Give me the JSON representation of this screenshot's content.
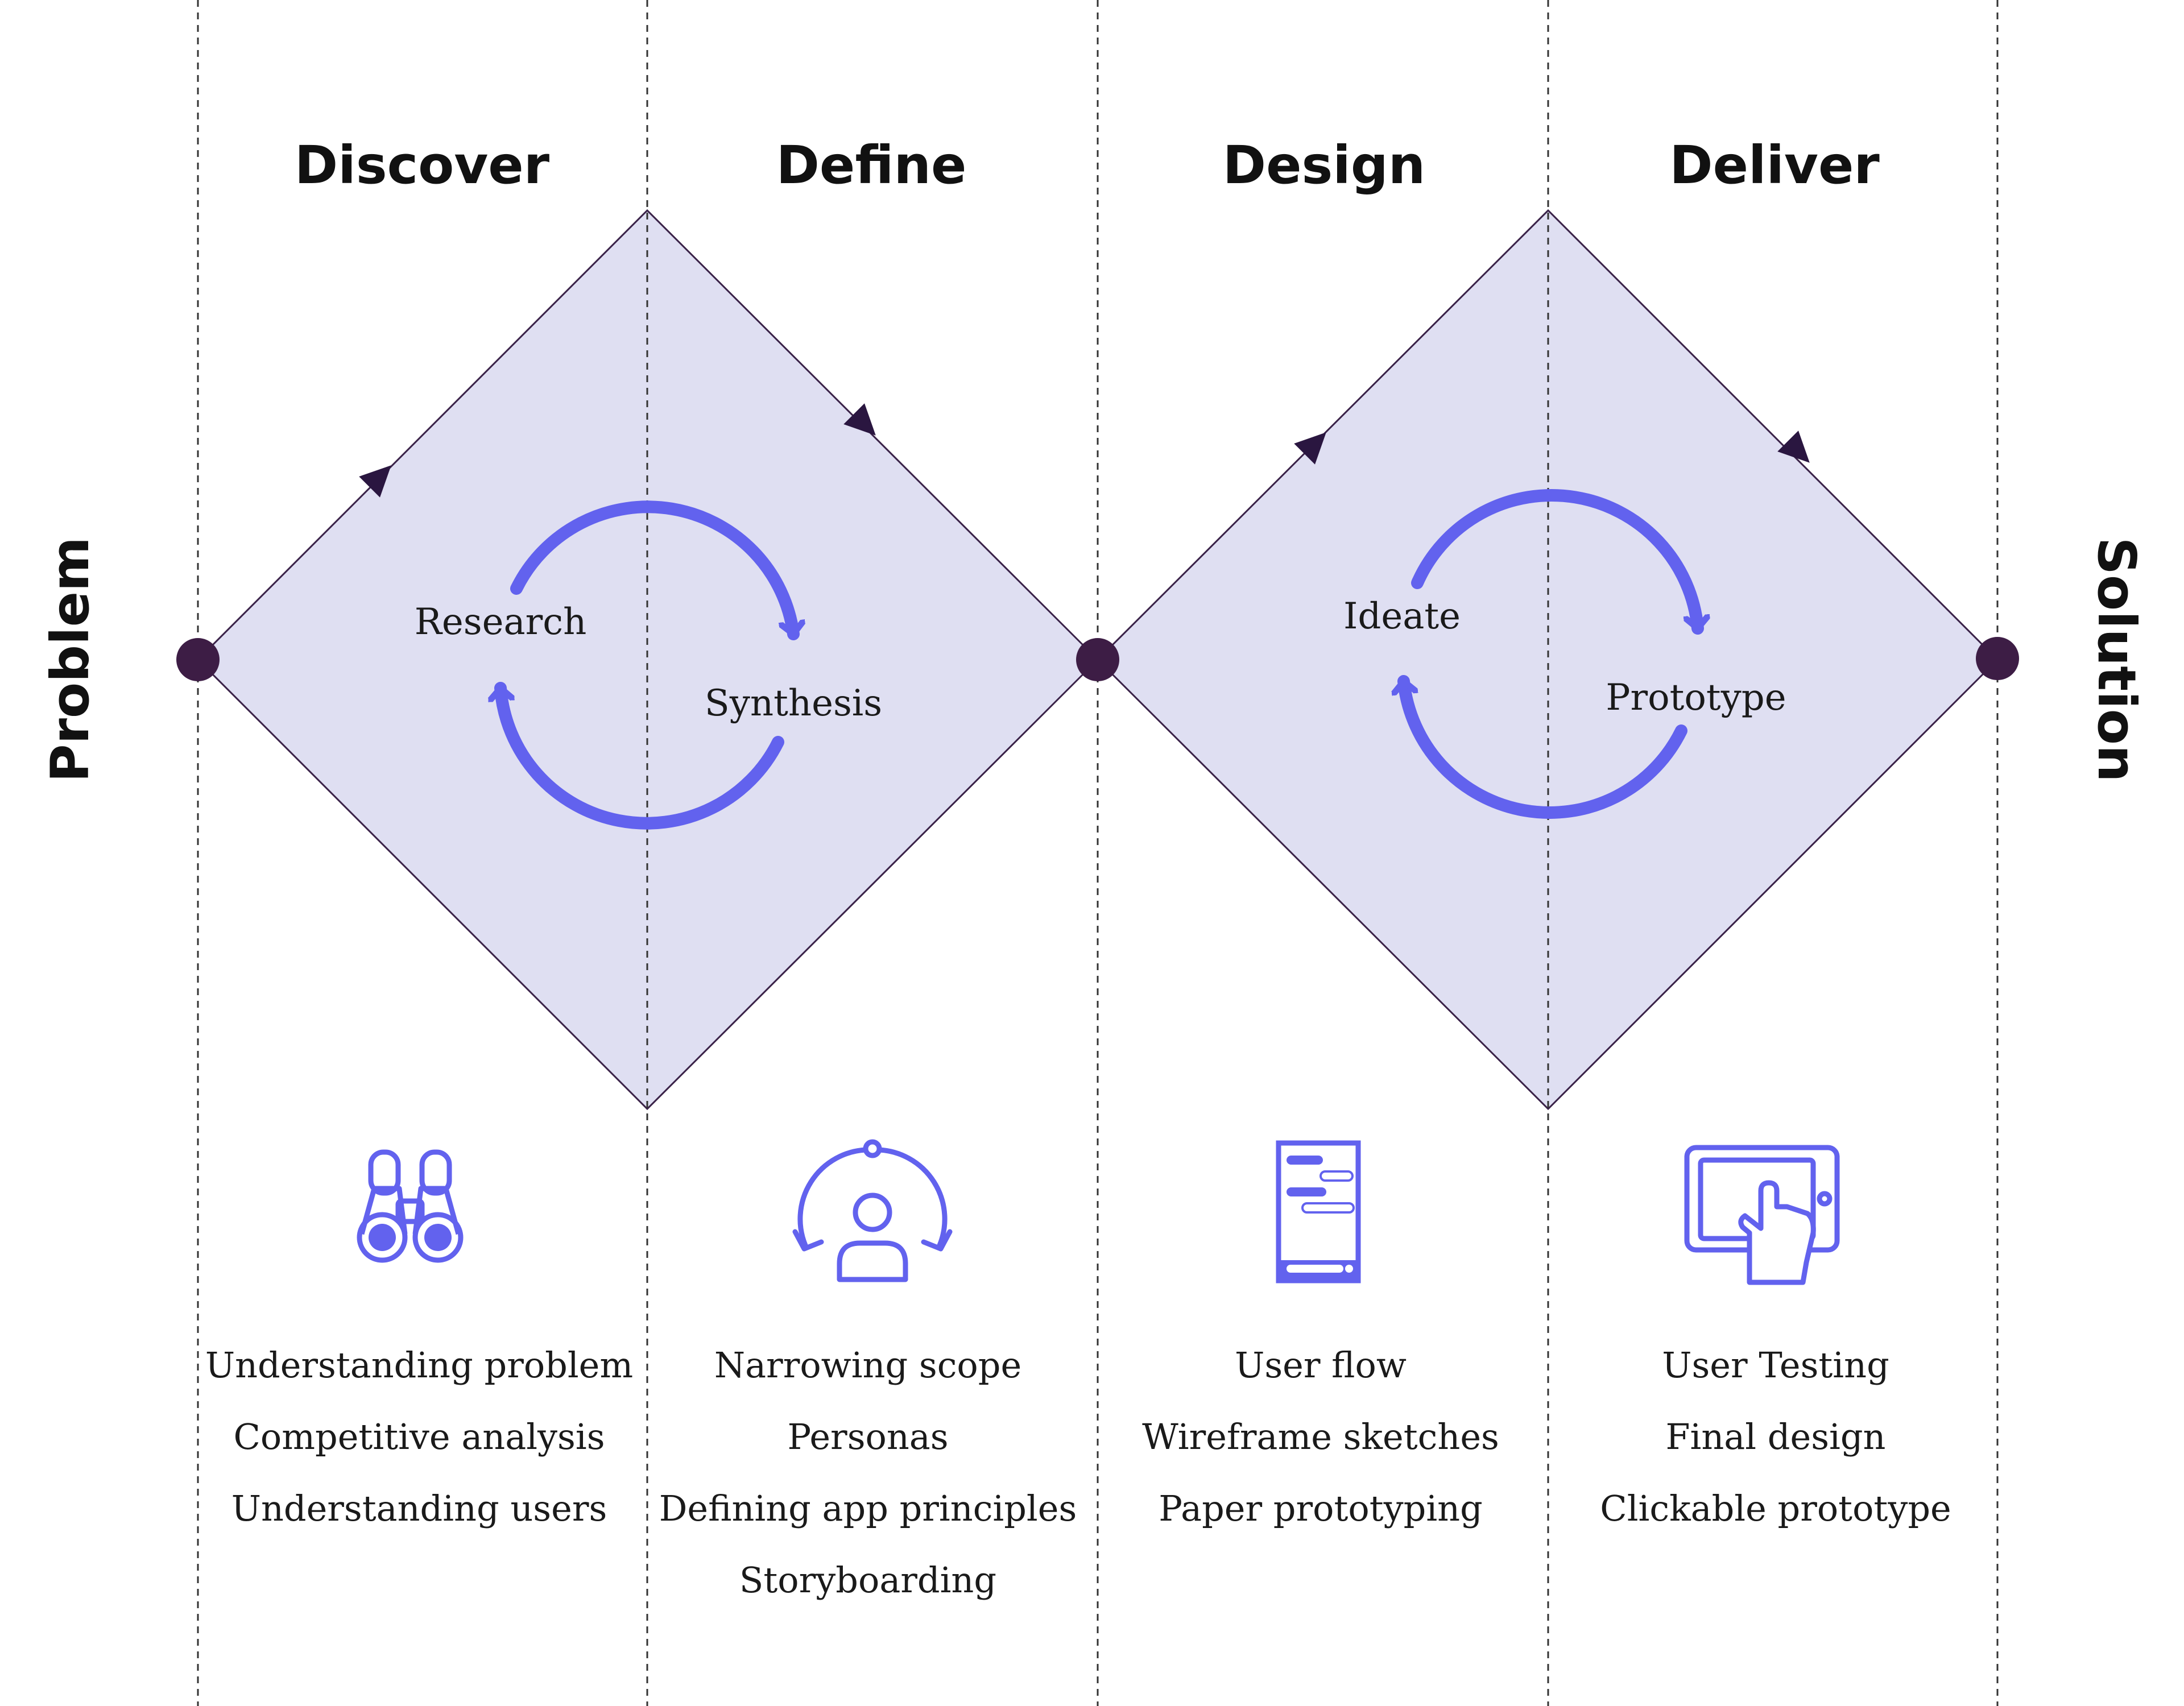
{
  "side_labels": {
    "start": "Problem",
    "end": "Solution"
  },
  "phases": [
    {
      "title": "Discover",
      "icon": "binoculars-icon",
      "items": [
        "Understanding problem",
        "Competitive analysis",
        "Understanding users"
      ]
    },
    {
      "title": "Define",
      "icon": "user-cycle-icon",
      "items": [
        "Narrowing scope",
        "Personas",
        "Defining app principles",
        "Storyboarding"
      ]
    },
    {
      "title": "Design",
      "icon": "mobile-wireframe-icon",
      "items": [
        "User flow",
        "Wireframe sketches",
        "Paper prototyping"
      ]
    },
    {
      "title": "Deliver",
      "icon": "tablet-touch-icon",
      "items": [
        "User Testing",
        "Final design",
        "Clickable prototype"
      ]
    }
  ],
  "diamonds": [
    {
      "labels": [
        "Research",
        "Synthesis"
      ]
    },
    {
      "labels": [
        "Ideate",
        "Prototype"
      ]
    }
  ],
  "colors": {
    "diamond_fill": "#dfdff2",
    "diamond_stroke": "#3a2248",
    "accent": "#6262ee",
    "node": "#3d1d45",
    "text": "#111111"
  }
}
